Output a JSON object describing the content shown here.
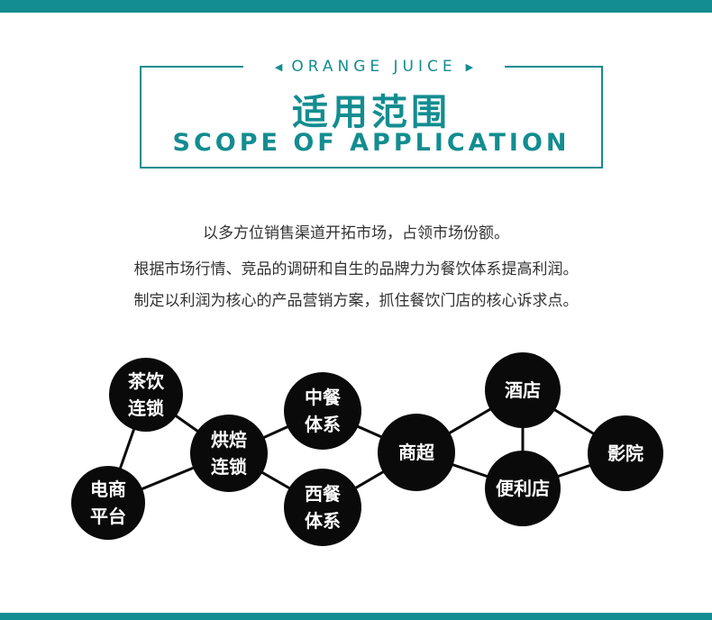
{
  "header": {
    "eyebrow": "ORANGE JUICE",
    "title_cn": "适用范围",
    "title_en": "SCOPE OF APPLICATION"
  },
  "description": {
    "lines": [
      "以多方位销售渠道开拓市场，占领市场份额。",
      "根据市场行情、竞品的调研和自生的品牌力为餐饮体系提高利润。",
      "制定以利润为核心的产品营销方案，抓住餐饮门店的核心诉求点。"
    ]
  },
  "network": {
    "nodes": {
      "tea_chain": "茶饮\n连锁",
      "ecommerce": "电商\n平台",
      "bakery_chain": "烘焙\n连锁",
      "chinese_food": "中餐\n体系",
      "western_food": "西餐\n体系",
      "supermarket": "商超",
      "hotel": "酒店",
      "convenience_store": "便利店",
      "cinema": "影院"
    }
  },
  "colors": {
    "accent": "#138d90",
    "node_fill": "#0a0a0a",
    "node_text": "#ffffff",
    "body_text": "#333333"
  }
}
